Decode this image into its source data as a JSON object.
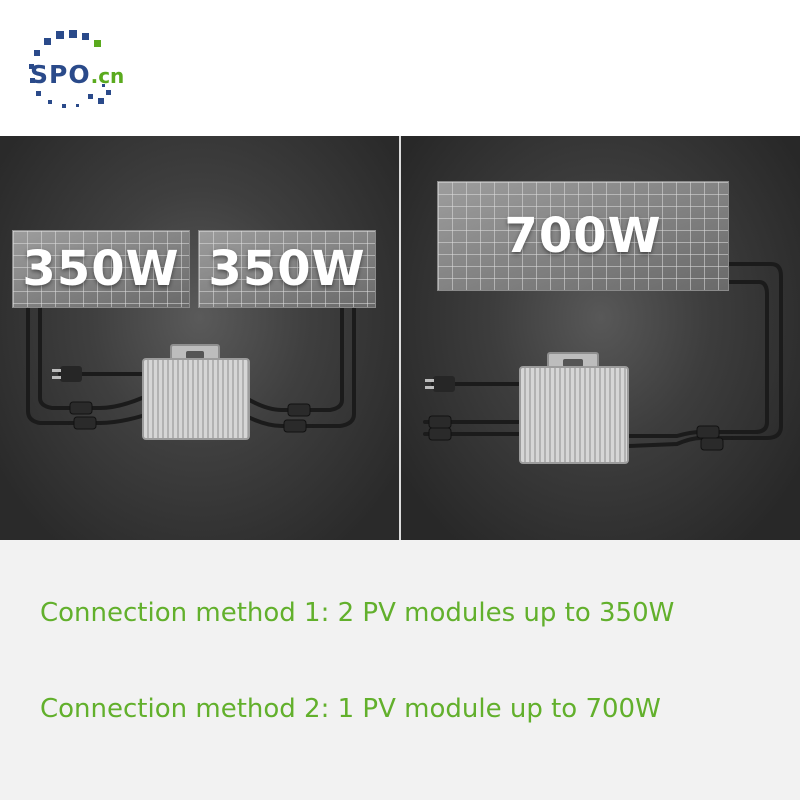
{
  "logo": {
    "brand": "SPO",
    "suffix": ".cn",
    "color_primary": "#2a4a8a",
    "color_accent": "#5aaa1e"
  },
  "photo": {
    "left": {
      "modules": [
        "350W",
        "350W"
      ]
    },
    "right": {
      "modules": [
        "700W"
      ]
    }
  },
  "captions": [
    "Connection method 1: 2 PV modules up to 350W",
    "Connection method 2: 1 PV module up to 700W"
  ],
  "colors": {
    "caption": "#62b02c",
    "caption_background": "#f2f2f2",
    "photo_background": "#3f3f3f"
  }
}
